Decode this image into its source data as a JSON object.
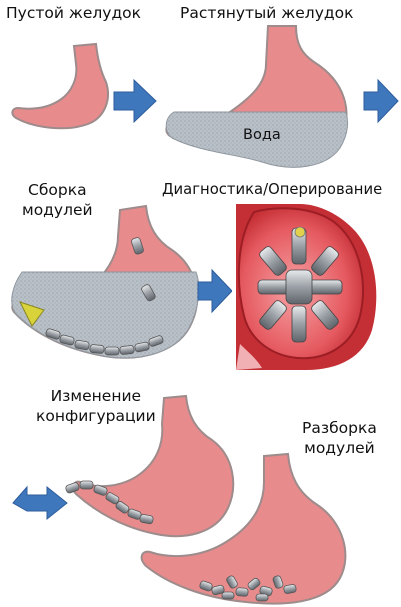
{
  "steps": [
    {
      "label": "Пустой желудок"
    },
    {
      "label": "Растянутый желудок",
      "content_label": "Вода"
    },
    {
      "label": "Сборка\nмодулей"
    },
    {
      "label": "Диагностика/Оперирование"
    },
    {
      "label": "Изменение\nконфигурации"
    },
    {
      "label": "Разборка\nмодулей"
    }
  ],
  "colors": {
    "stomach_fill": "#e78b8d",
    "stomach_stroke": "#9e8b8b",
    "water_fill": "#b6bcc4",
    "arrow_fill": "#3f77bd",
    "cone_fill": "#d8d33a",
    "cutaway_fill": "#e45258",
    "module_fill": "#9aa0a6"
  },
  "icons": [
    "arrow-right-icon",
    "arrow-bidirectional-icon"
  ]
}
